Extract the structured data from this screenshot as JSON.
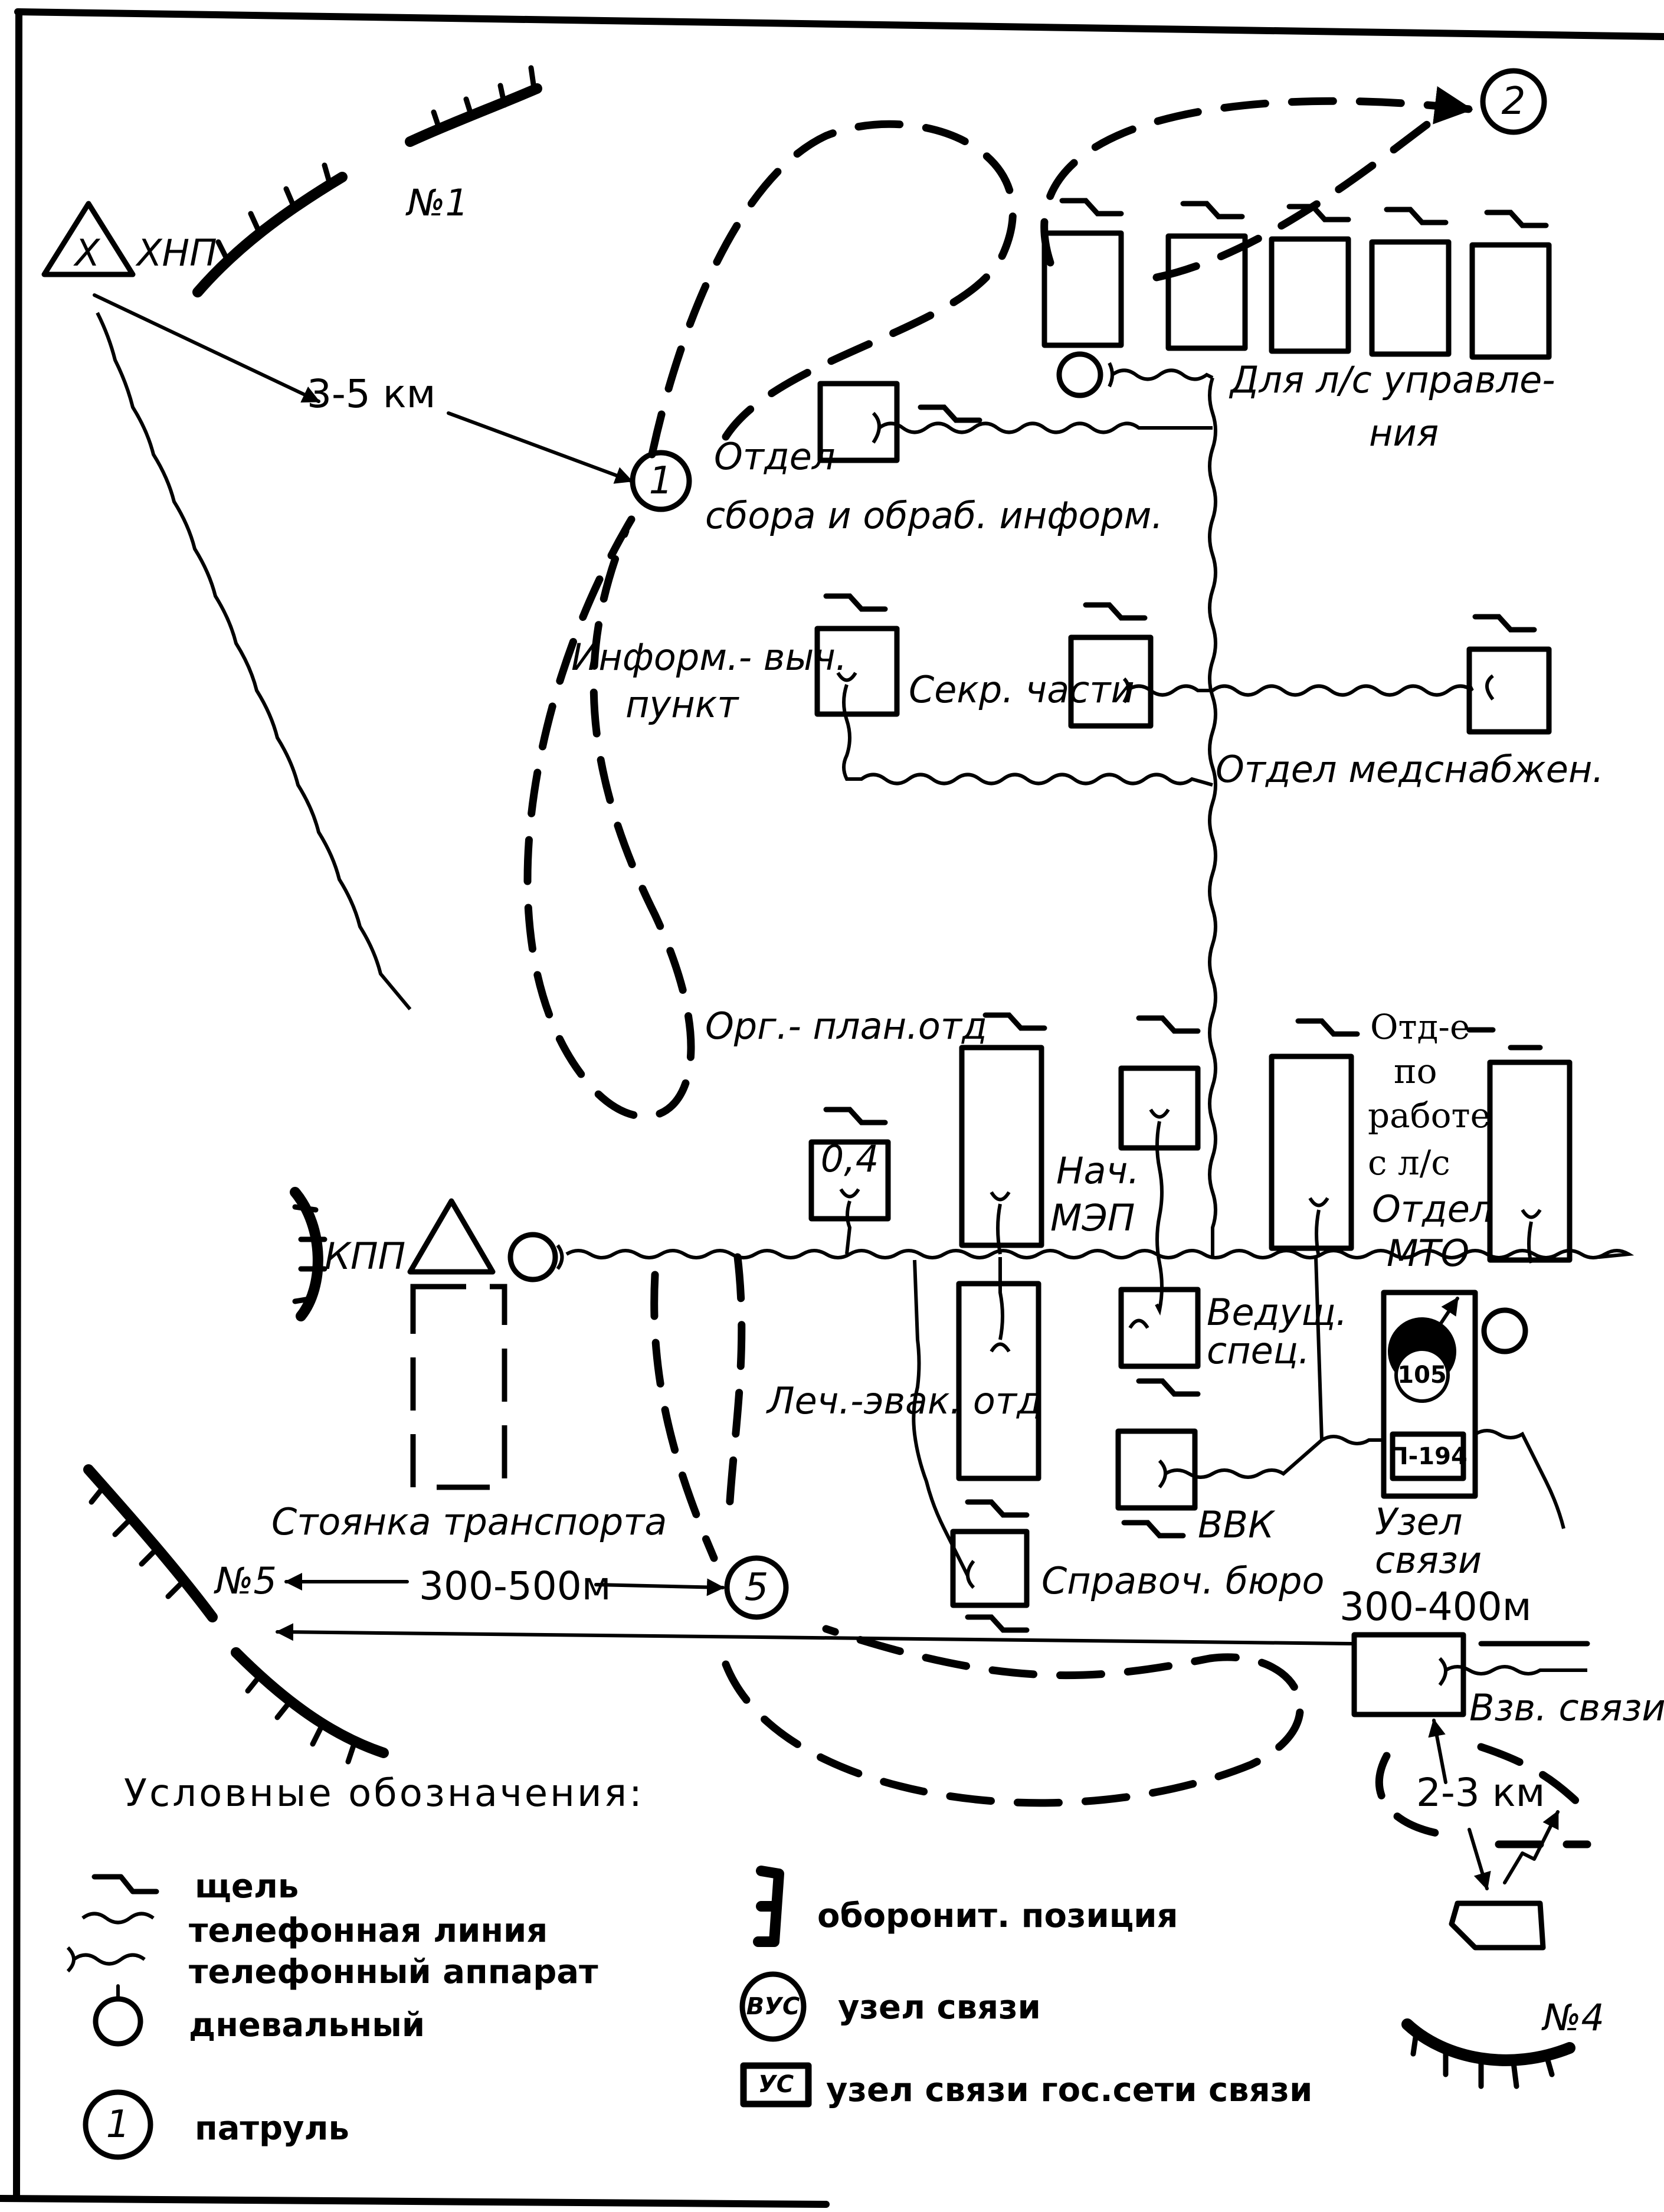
{
  "diagram": {
    "type": "command-post-layout-scheme",
    "observation_post": {
      "symbol_letter": "Х",
      "label": "ХНП"
    },
    "defensive_positions": [
      {
        "id": "1",
        "label": "№1"
      },
      {
        "id": "4",
        "label": "№4"
      },
      {
        "id": "5",
        "label": "№5"
      }
    ],
    "checkpoint": {
      "label": "КПП"
    },
    "patrols": [
      {
        "id": "1",
        "label": "1"
      },
      {
        "id": "2",
        "label": "2"
      },
      {
        "id": "5",
        "label": "5"
      }
    ],
    "distances": {
      "hnp_to_patrol1": "3-5 км",
      "position5_to_patrol5": "300-500м",
      "comm_node": "300-400м",
      "comm_platoon": "2-3 км"
    },
    "units": {
      "personnel_housing": "Для л/с управле-",
      "personnel_housing_2": "ния",
      "info_dept_1": "Отдел",
      "info_dept_2": "сбора и обраб. информ.",
      "computing_point_1": "Информ.- выч.",
      "computing_point_2": "пункт",
      "secret_part": "Секр. части",
      "med_supply": "Отдел медснабжен.",
      "org_plan": "Орг.- план.отд",
      "box_04": "0,4",
      "head_mep_1": "Нач.",
      "head_mep_2": "МЭП",
      "personnel_dept_1": "Отд-е",
      "personnel_dept_2": "по",
      "personnel_dept_3": "работе",
      "personnel_dept_4": "с л/с",
      "mto_1": "Отдел",
      "mto_2": "МТО",
      "lead_spec_1": "Ведущ.",
      "lead_spec_2": "спец.",
      "med_evac": "Леч.-эвак. отд",
      "vvk": "ВВК",
      "info_bureau": "Справоч. бюро",
      "comm_node_1": "Узел",
      "comm_node_2": "связи",
      "comm_platoon": "Взв. связи",
      "transport_parking": "Стоянка транспорта",
      "comm_station_105": "105",
      "comm_station_p194": "П-194"
    },
    "legend": {
      "title": "Условные обозначения:",
      "items": [
        {
          "icon": "trench-icon",
          "label": "щель"
        },
        {
          "icon": "phone-line-icon",
          "label": "телефонная линия"
        },
        {
          "icon": "phone-set-icon",
          "label": "телефонный аппарат"
        },
        {
          "icon": "orderly-icon",
          "label": "дневальный"
        },
        {
          "icon": "patrol-icon",
          "label": "патруль",
          "symbol": "1"
        },
        {
          "icon": "defensive-position-icon",
          "label": "оборонит. позиция"
        },
        {
          "icon": "comm-node-icon",
          "label": "узел связи",
          "symbol": "ВУС"
        },
        {
          "icon": "state-comm-node-icon",
          "label": "узел связи гос.сети связи",
          "symbol": "УС"
        }
      ]
    }
  }
}
